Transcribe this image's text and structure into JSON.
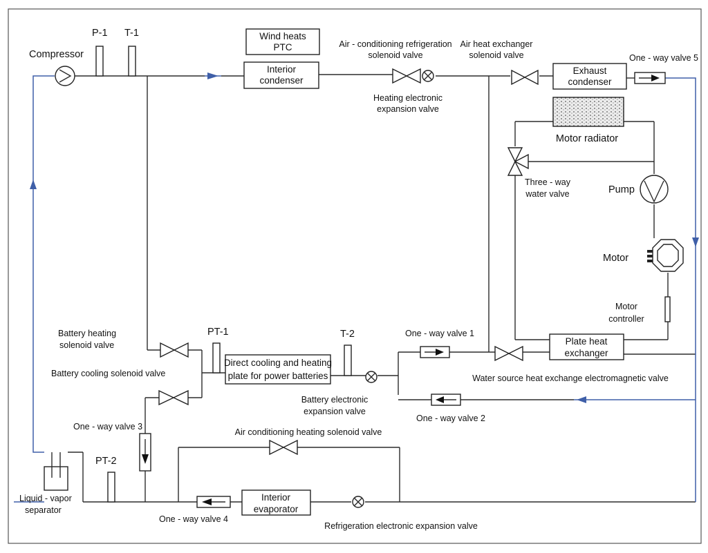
{
  "colors": {
    "flow_line": "#3f5fa8",
    "pipe": "#2b2b2b",
    "radiator_fill": "#d9d9d9"
  },
  "labels": {
    "compressor": "Compressor",
    "p1": "P-1",
    "t1": "T-1",
    "wind_ptc_1": "Wind heats",
    "wind_ptc_2": "PTC",
    "interior_condenser_1": "Interior",
    "interior_condenser_2": "condenser",
    "ac_refrig_valve_1": "Air - conditioning refrigeration",
    "ac_refrig_valve_2": "solenoid valve",
    "heating_exp_valve_1": "Heating electronic",
    "heating_exp_valve_2": "expansion valve",
    "air_hx_valve_1": "Air heat exchanger",
    "air_hx_valve_2": "solenoid valve",
    "exhaust_condenser_1": "Exhaust",
    "exhaust_condenser_2": "condenser",
    "one_way_5": "One - way valve 5",
    "motor_radiator": "Motor radiator",
    "three_way_1": "Three - way",
    "three_way_2": "water valve",
    "pump": "Pump",
    "motor": "Motor",
    "motor_controller_1": "Motor",
    "motor_controller_2": "controller",
    "battery_heating_1": "Battery heating",
    "battery_heating_2": "solenoid valve",
    "pt1": "PT-1",
    "battery_cooling": "Battery cooling solenoid valve",
    "direct_plate_1": "Direct cooling and heating",
    "direct_plate_2": "plate for power batteries",
    "t2": "T-2",
    "battery_exp_1": "Battery electronic",
    "battery_exp_2": "expansion valve",
    "one_way_1": "One - way valve 1",
    "plate_hx_1": "Plate heat",
    "plate_hx_2": "exchanger",
    "water_source": "Water source heat exchange electromagnetic valve",
    "one_way_2": "One - way valve 2",
    "one_way_3": "One - way valve 3",
    "ac_heating": "Air conditioning heating solenoid valve",
    "pt2": "PT-2",
    "lv_sep_1": "Liquid - vapor",
    "lv_sep_2": "separator",
    "one_way_4": "One - way valve 4",
    "interior_evap_1": "Interior",
    "interior_evap_2": "evaporator",
    "refrig_exp": "Refrigeration electronic expansion valve"
  }
}
